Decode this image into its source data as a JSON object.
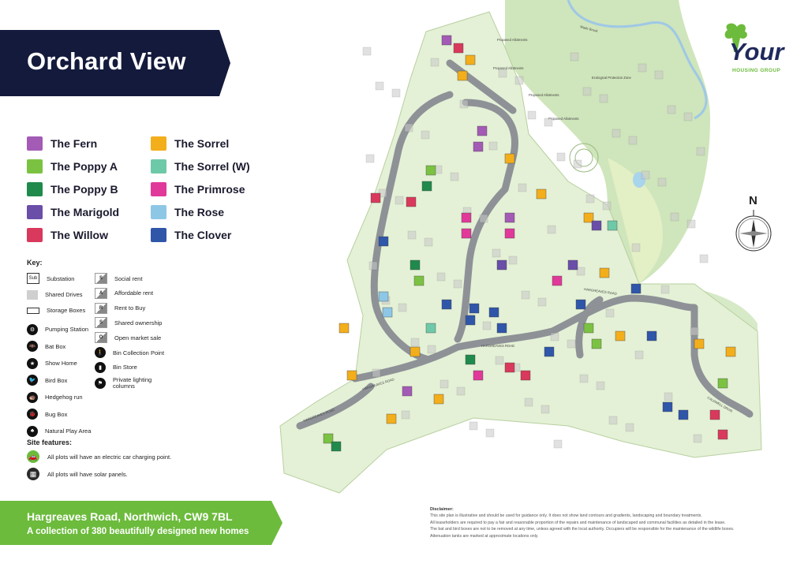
{
  "title": "Orchard View",
  "house_types": [
    {
      "label": "The Fern",
      "color": "#a35bb5"
    },
    {
      "label": "The Poppy A",
      "color": "#7cc242"
    },
    {
      "label": "The Poppy B",
      "color": "#1f8a4c"
    },
    {
      "label": "The Marigold",
      "color": "#6a4ea8"
    },
    {
      "label": "The Willow",
      "color": "#d9395c"
    },
    {
      "label": "The Sorrel",
      "color": "#f3ae1b"
    },
    {
      "label": "The Sorrel (W)",
      "color": "#6ec9a8"
    },
    {
      "label": "The Primrose",
      "color": "#e0399a"
    },
    {
      "label": "The Rose",
      "color": "#8ec7e6"
    },
    {
      "label": "The Clover",
      "color": "#2f56a8"
    }
  ],
  "key": {
    "title": "Key:",
    "items": [
      {
        "label": "Substation",
        "icon": "substation-icon",
        "glyph": "Sub"
      },
      {
        "label": "Shared Drives",
        "icon": "shared-drives-icon",
        "glyph": ""
      },
      {
        "label": "Storage Boxes",
        "icon": "storage-box-icon",
        "glyph": ""
      },
      {
        "label": "Pumping Station",
        "icon": "pumping-station-icon",
        "glyph": "⚙"
      },
      {
        "label": "Bat Box",
        "icon": "bat-box-icon",
        "glyph": "🦇"
      },
      {
        "label": "Show Home",
        "icon": "show-home-icon",
        "glyph": "★"
      },
      {
        "label": "Bird Box",
        "icon": "bird-box-icon",
        "glyph": "🐦"
      },
      {
        "label": "Hedgehog run",
        "icon": "hedgehog-icon",
        "glyph": "🦔"
      },
      {
        "label": "Bug Box",
        "icon": "bug-box-icon",
        "glyph": "🐞"
      },
      {
        "label": "Natural Play Area",
        "icon": "play-area-icon",
        "glyph": "♣"
      },
      {
        "label": "Social rent",
        "icon": "social-rent-icon",
        "glyph": "S"
      },
      {
        "label": "Affordable rent",
        "icon": "affordable-rent-icon",
        "glyph": "A"
      },
      {
        "label": "Rent to Buy",
        "icon": "rent-to-buy-icon",
        "glyph": "R"
      },
      {
        "label": "Shared ownership",
        "icon": "shared-ownership-icon",
        "glyph": "S"
      },
      {
        "label": "Open market sale",
        "icon": "open-market-icon",
        "glyph": "O"
      },
      {
        "label": "Bin Collection Point",
        "icon": "bin-collection-icon",
        "glyph": "🚶"
      },
      {
        "label": "Bin Store",
        "icon": "bin-store-icon",
        "glyph": "▮"
      },
      {
        "label": "Private lighting columns",
        "icon": "lighting-column-icon",
        "glyph": "⚑"
      }
    ]
  },
  "site_features": {
    "title": "Site features:",
    "items": [
      {
        "label": "All plots will have an electric car charging point.",
        "icon": "ev-charging-icon",
        "color": "#6cbb3c",
        "glyph": "🚗"
      },
      {
        "label": "All plots will have solar panels.",
        "icon": "solar-panel-icon",
        "color": "#2a2a2a",
        "glyph": "▦"
      }
    ]
  },
  "footer": {
    "address": "Hargreaves Road, Northwich, CW9 7BL",
    "tagline": "A collection of 380 beautifully designed new homes",
    "color": "#6cbb3c"
  },
  "disclaimer": {
    "title": "Disclaimer:",
    "lines": [
      "This site plan is illustrative and should be used for guidance only. It does not show land contours and gradients, landscaping and boundary treatments.",
      "All leaseholders are required to pay a fair and reasonable proportion of the repairs and maintenance of landscaped and communal facilities as detailed in the lease.",
      "The bat and bird boxes are not to be removed at any time, unless agreed with the local authority. Occupiers will be responsible for the maintenance of the wildlife boxes.",
      "Attenuation tanks are marked at approximate locations only."
    ]
  },
  "logo": {
    "word": "Your",
    "sub": "HOUSING GROUP",
    "primary_color": "#1e2a5c",
    "accent_color": "#6cbb3c"
  },
  "compass": {
    "label": "N"
  },
  "map_labels": {
    "ecological": "Ecological Protection Zone",
    "allotments": [
      "Proposed Allotments",
      "Proposed Allotments",
      "Proposed Allotments",
      "Proposed Allotments"
    ],
    "brook": "Wade Brook",
    "roads": [
      "HARGREAVES ROAD",
      "HARGREAVES ROAD",
      "HARGREAVES ROAD",
      "HARGREAVES ROAD",
      "CALDWELL DRIVE"
    ]
  },
  "banner_color": "#141a3c"
}
